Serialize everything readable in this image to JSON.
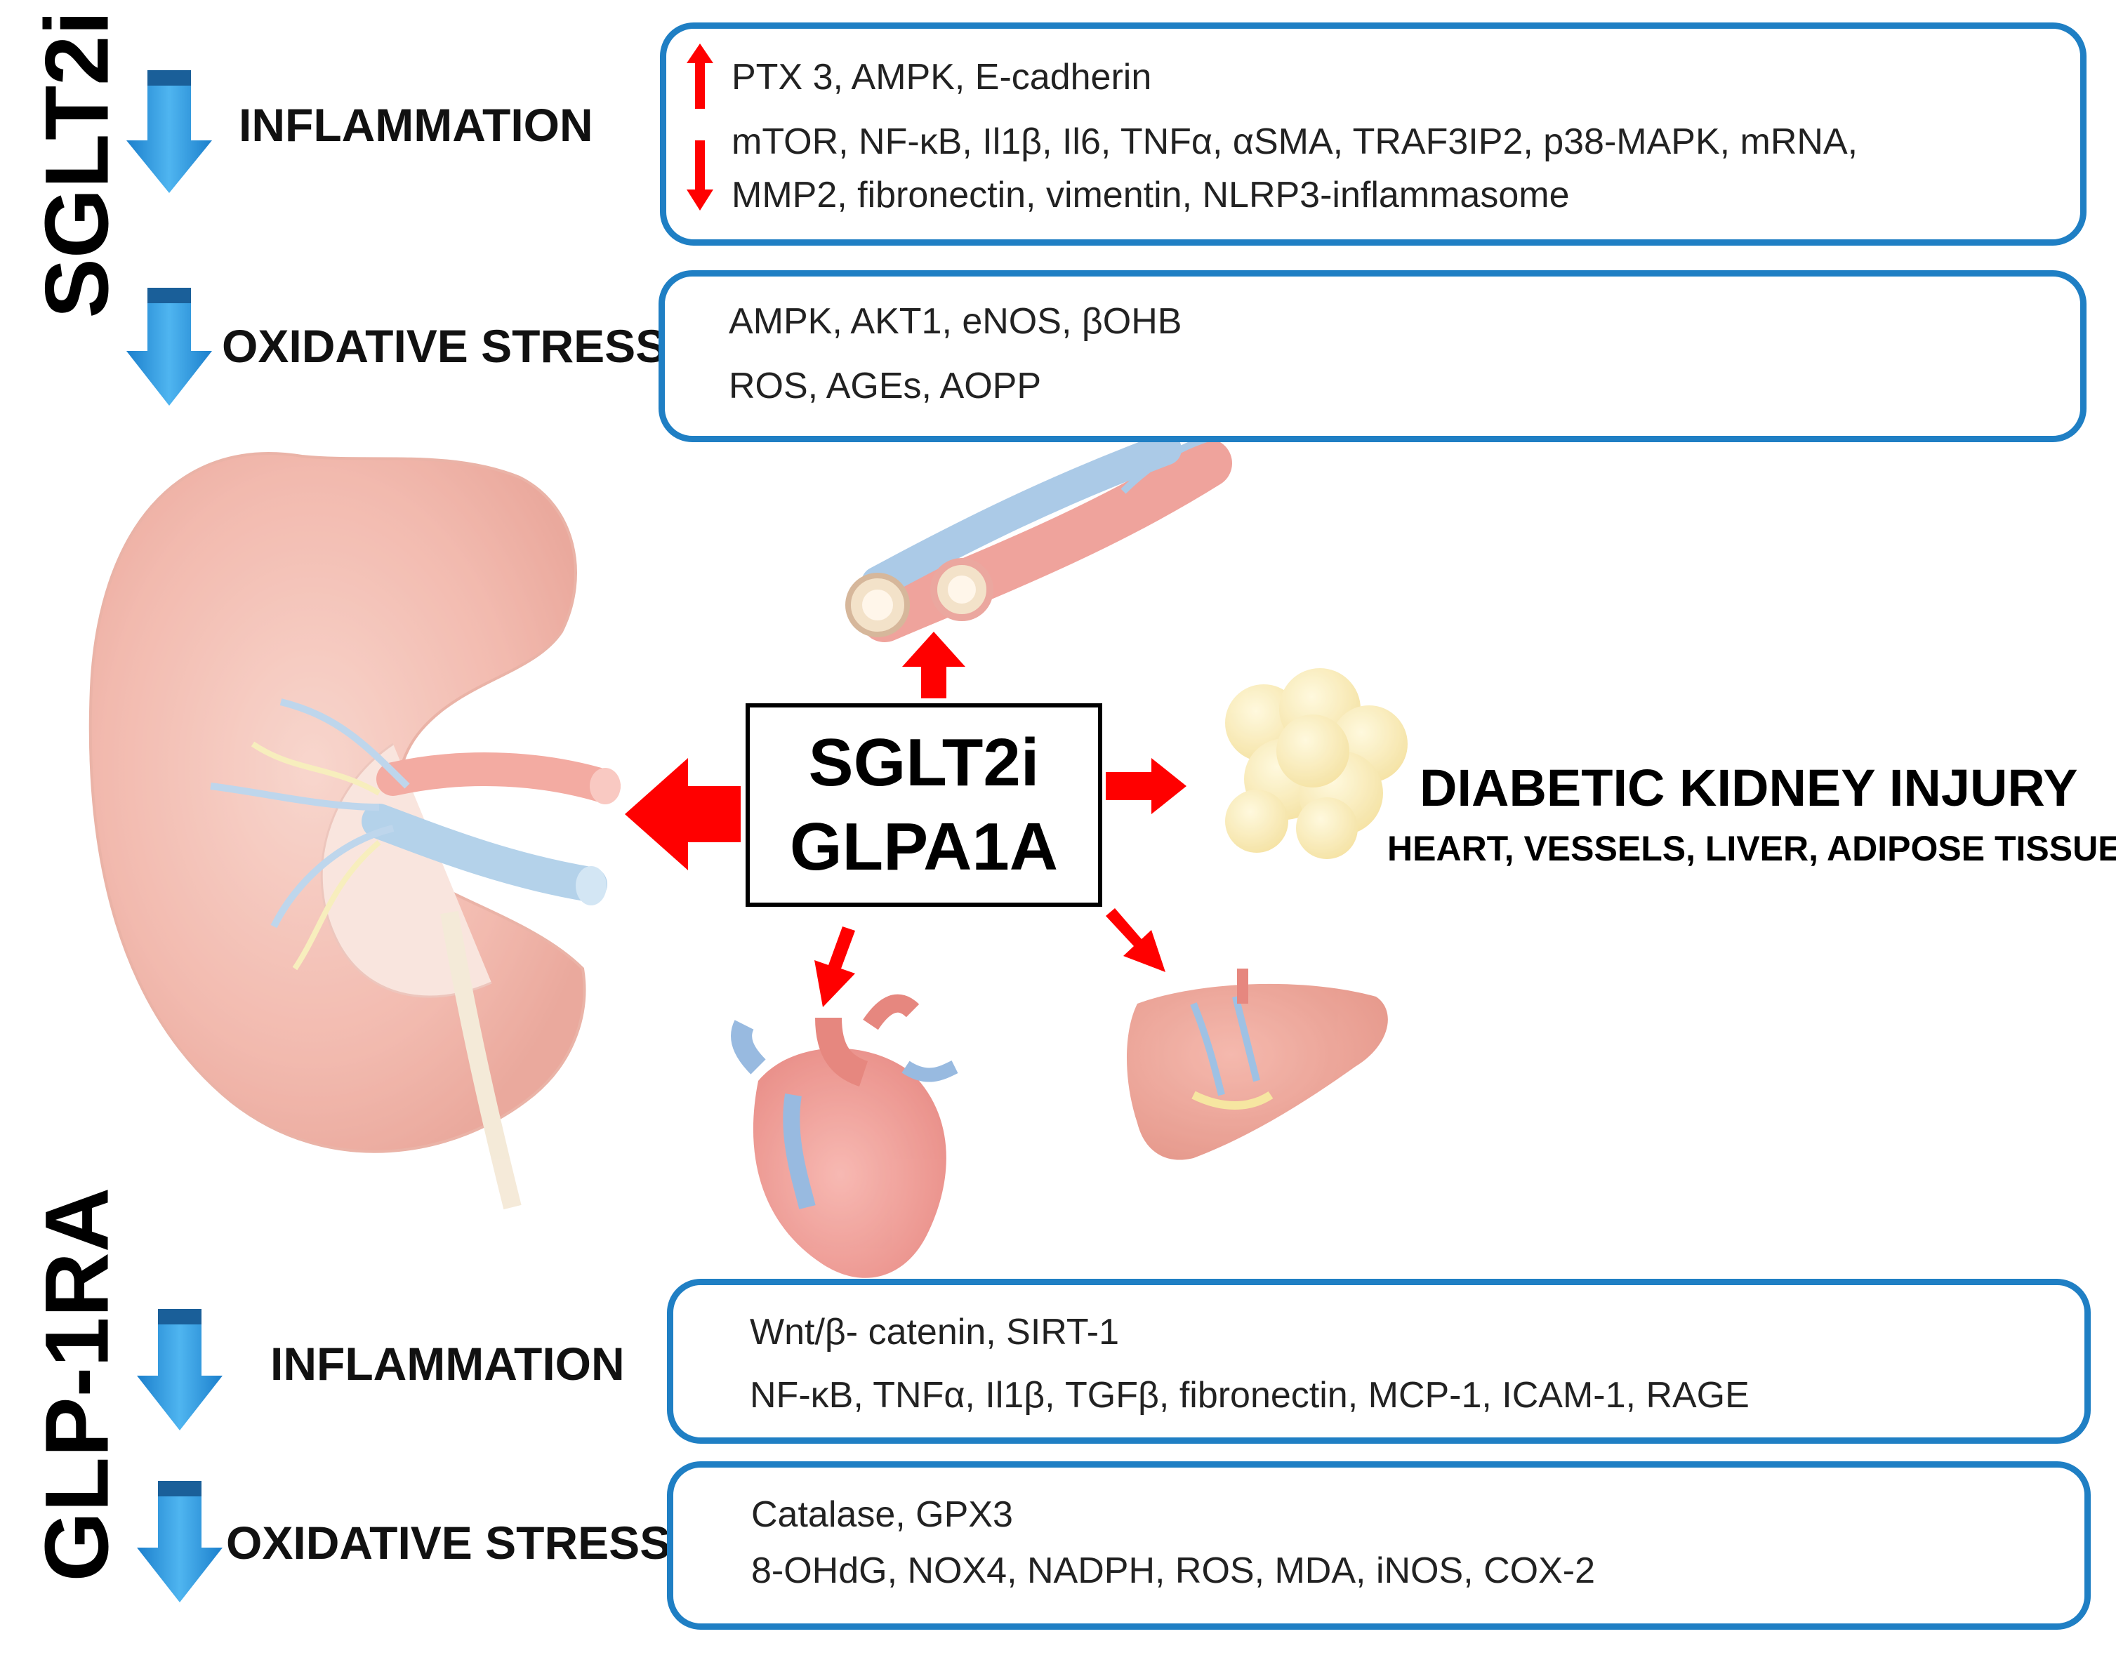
{
  "sglt2i": {
    "title": "SGLT2i",
    "inflammation": {
      "label": "INFLAMMATION",
      "up": "PTX 3, AMPK, E-cadherin",
      "down_line1": "mTOR, NF-κB, Il1β, Il6, TNFα, αSMA, TRAF3IP2, p38-MAPK, mRNA,",
      "down_line2": "MMP2, fibronectin, vimentin, NLRP3-inflammasome"
    },
    "oxidative": {
      "label": "OXIDATIVE  STRESS",
      "up": "AMPK, AKT1, eNOS, βOHB",
      "down": "ROS, AGEs, AOPP"
    }
  },
  "center": {
    "line1": "SGLT2i",
    "line2": "GLPA1A"
  },
  "targets": {
    "title": "DIABETIC KIDNEY INJURY",
    "subtitle": "HEART, VESSELS, LIVER, ADIPOSE TISSUE"
  },
  "glp1ra": {
    "title": "GLP-1RA",
    "inflammation": {
      "label": "INFLAMMATION",
      "up": "Wnt/β- catenin, SIRT-1",
      "down": "NF-κB, TNFα, Il1β, TGFβ, fibronectin, MCP-1, ICAM-1, RAGE"
    },
    "oxidative": {
      "label": "OXIDATIVE STRESS",
      "up": "Catalase, GPX3",
      "down": "8-OHdG, NOX4, NADPH, ROS, MDA, iNOS, COX-2"
    }
  },
  "colors": {
    "box_border": "#1f7fc4",
    "arrow_blue": "#2a9be0",
    "arrow_red": "#ff0000"
  }
}
